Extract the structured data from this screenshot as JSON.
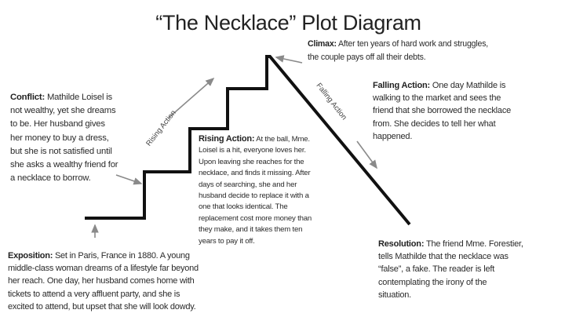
{
  "title": "“The Necklace” Plot Diagram",
  "labels": {
    "rising_action": "Rising Action",
    "falling_action": "Falling Action"
  },
  "sections": {
    "conflict": {
      "heading": "Conflict:",
      "text": " Mathilde Loisel is\nnot wealthy, yet she dreams\nto be. Her husband gives\nher money to buy a dress,\nbut she is not satisfied until\nshe asks a wealthy friend for\na necklace to borrow."
    },
    "rising": {
      "heading": "Rising Action:",
      "text": " At the ball, Mme.\nLoisel is a hit, everyone loves her.\nUpon leaving she reaches for the\nnecklace, and finds it missing. After\ndays of searching, she and her\nhusband decide to replace it with a\none that looks identical. The\nreplacement cost more money than\nthey make, and it takes them ten\nyears to pay it off."
    },
    "climax": {
      "heading": "Climax:",
      "text": " After ten years of hard work and struggles,\nthe couple pays off all their debts."
    },
    "falling": {
      "heading": "Falling Action:",
      "text": " One day Mathilde is\nwalking to the market and sees the\nfriend that she borrowed the necklace\nfrom. She decides to tell her what\nhappened."
    },
    "resolution": {
      "heading": "Resolution:",
      "text": "  The friend Mme. Forestier,\ntells Mathilde that the necklace was\n“false”, a fake. The reader is left\ncontemplating the irony of the\nsituation."
    },
    "exposition": {
      "heading": "Exposition:",
      "text": " Set in Paris, France in 1880. A young\nmiddle-class woman dreams of a lifestyle far beyond\nher reach. One day, her husband comes home with\ntickets to attend a very affluent party, and she is\nexcited to attend, but upset that she will look dowdy."
    }
  },
  "colors": {
    "line": "#111111",
    "arrow": "#8a8a8a"
  }
}
